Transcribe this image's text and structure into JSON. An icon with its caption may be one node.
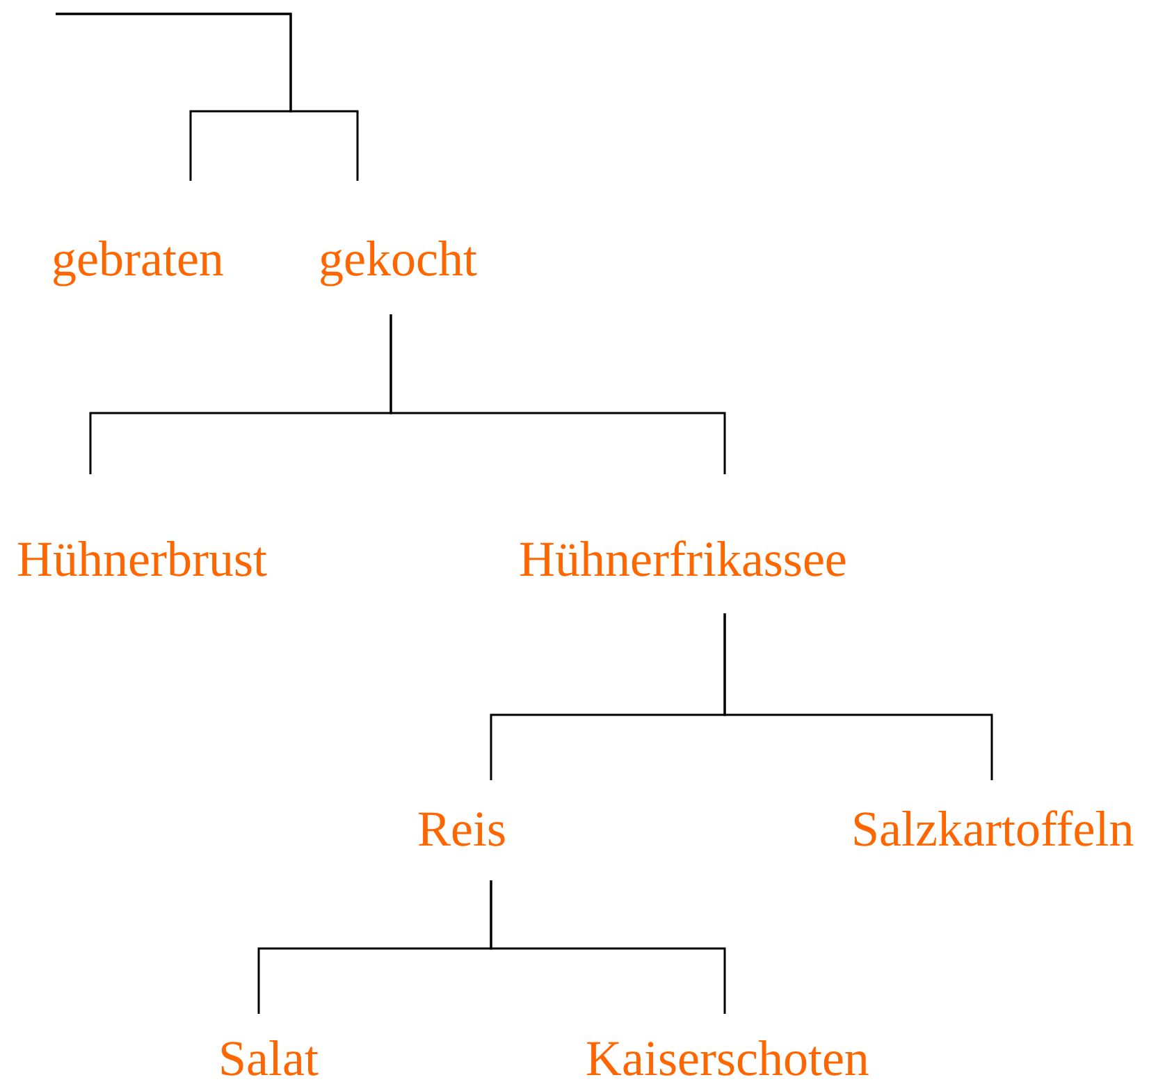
{
  "diagram": {
    "nodes": [
      {
        "text": [
          "gebraten"
        ]
      },
      {
        "text": [
          "gekocht"
        ]
      },
      {
        "text": [
          "Hühnerbrust"
        ]
      },
      {
        "text": [
          "Hühnerfrikassee"
        ]
      },
      {
        "text": [
          "Reis"
        ]
      },
      {
        "text": [
          "Salzkartoffeln"
        ]
      },
      {
        "text": [
          "Salat"
        ]
      },
      {
        "text": [
          "Kaiserschoten"
        ]
      }
    ],
    "edges": [
      {
        "from": null,
        "to": 0,
        "arrow": "none"
      },
      {
        "from": null,
        "to": 1,
        "arrow": "none"
      },
      {
        "from": 1,
        "to": 2,
        "arrow": "none"
      },
      {
        "from": 1,
        "to": 3,
        "arrow": "none"
      },
      {
        "from": 3,
        "to": 4,
        "arrow": "none"
      },
      {
        "from": 3,
        "to": 5,
        "arrow": "none"
      },
      {
        "from": 4,
        "to": 6,
        "arrow": "none"
      },
      {
        "from": 4,
        "to": 7,
        "arrow": "none"
      }
    ]
  }
}
